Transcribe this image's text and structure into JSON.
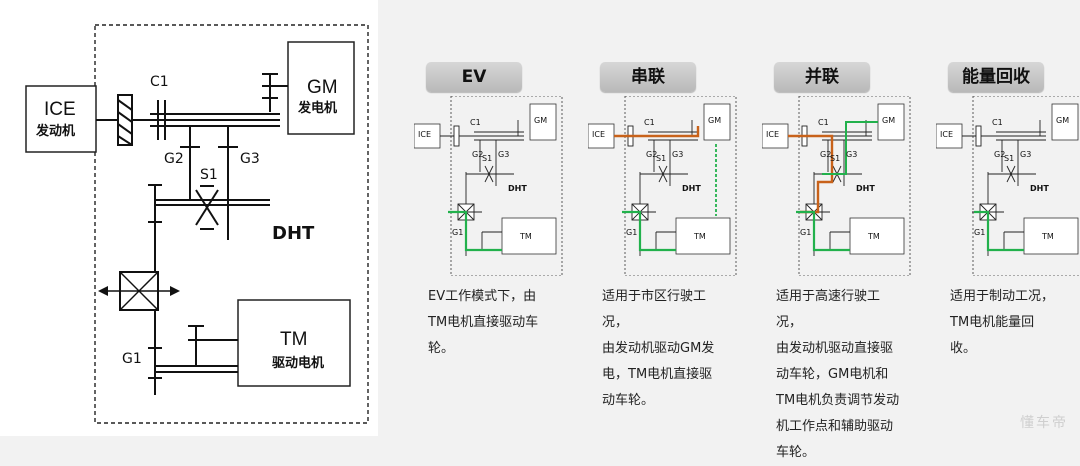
{
  "main_diagram": {
    "ice": {
      "title": "ICE",
      "subtitle": "发动机"
    },
    "gm": {
      "title": "GM",
      "subtitle": "发电机"
    },
    "tm": {
      "title": "TM",
      "subtitle": "驱动电机"
    },
    "dht_label": "DHT",
    "labels": {
      "c1": "C1",
      "g2": "G2",
      "g3": "G3",
      "s1": "S1",
      "g1": "G1"
    }
  },
  "modes": [
    {
      "title": "EV",
      "description": "EV工作模式下，由\nTM电机直接驱动车\n轮。",
      "ice_path": false,
      "gen_flow": false,
      "wheel_drive": true
    },
    {
      "title": "串联",
      "description": "适用于市区行驶工况，\n由发动机驱动GM发\n电，TM电机直接驱\n动车轮。",
      "ice_path": true,
      "gen_flow": true,
      "wheel_drive": true
    },
    {
      "title": "并联",
      "description": "适用于高速行驶工况，\n由发动机驱动直接驱\n动车轮，GM电机和\nTM电机负责调节发动\n机工作点和辅助驱动\n车轮。",
      "ice_path": true,
      "gen_flow": true,
      "wheel_drive": true
    },
    {
      "title": "能量回收",
      "description": "适用于制动工况，\nTM电机能量回\n收。",
      "ice_path": false,
      "gen_flow": false,
      "wheel_drive": true
    }
  ],
  "mini_labels": {
    "ice": "ICE",
    "gm": "GM",
    "tm": "TM",
    "dht": "DHT",
    "c1": "C1",
    "g2": "G2",
    "g3": "G3",
    "s1": "S1",
    "g1": "G1"
  },
  "watermark": "懂车帝",
  "colors": {
    "green_flow": "#22b14c",
    "orange_flow": "#c8621a",
    "pill": "#c9c9c9"
  }
}
